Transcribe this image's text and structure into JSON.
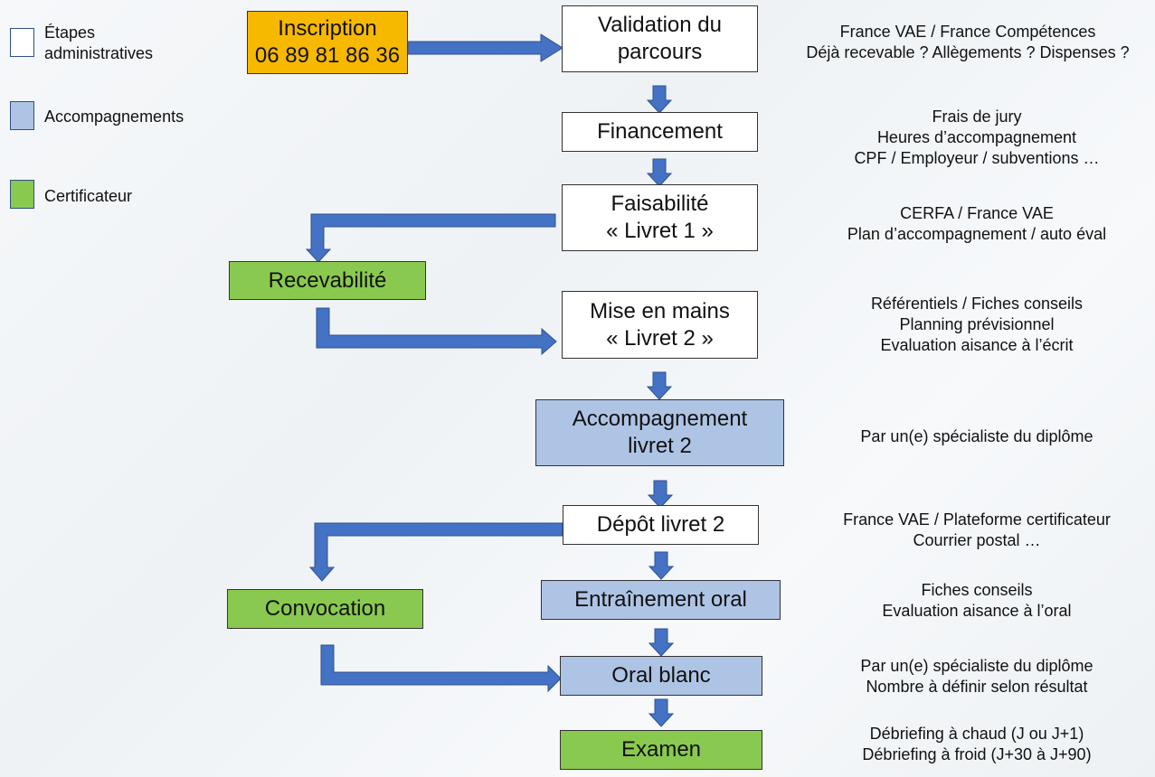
{
  "legend": {
    "admin_line1": "Étapes",
    "admin_line2": "administratives",
    "accompagnements": "Accompagnements",
    "certificateur": "Certificateur"
  },
  "colors": {
    "admin": "#ffffff",
    "accompagnement": "#aec4e5",
    "certificateur": "#8ac94f",
    "inscription": "#f7b800",
    "arrow": "#4472c4"
  },
  "steps": {
    "inscription": {
      "line1": "Inscription",
      "line2": "06 89 81 86 36"
    },
    "validation": {
      "line1": "Validation du",
      "line2": "parcours"
    },
    "financement": {
      "line1": "Financement"
    },
    "faisabilite": {
      "line1": "Faisabilité",
      "line2": "« Livret 1 »"
    },
    "recevabilite": {
      "line1": "Recevabilité"
    },
    "mise_en_mains": {
      "line1": "Mise en mains",
      "line2": "« Livret 2 »"
    },
    "accompagnement_livret2": {
      "line1": "Accompagnement",
      "line2": "livret 2"
    },
    "depot_livret2": {
      "line1": "Dépôt livret 2"
    },
    "convocation": {
      "line1": "Convocation"
    },
    "entrainement_oral": {
      "line1": "Entraînement oral"
    },
    "oral_blanc": {
      "line1": "Oral blanc"
    },
    "examen": {
      "line1": "Examen"
    }
  },
  "notes": {
    "validation": [
      "France VAE / France Compétences",
      "Déjà recevable ? Allègements ? Dispenses ?"
    ],
    "financement": [
      "Frais de jury",
      "Heures d’accompagnement",
      "CPF / Employeur / subventions …"
    ],
    "faisabilite": [
      "CERFA / France VAE",
      "Plan d’accompagnement / auto éval"
    ],
    "mise_en_mains": [
      "Référentiels / Fiches conseils",
      "Planning prévisionnel",
      "Evaluation aisance à l’écrit"
    ],
    "accompagnement": [
      "Par un(e) spécialiste du diplôme"
    ],
    "depot": [
      "France VAE / Plateforme certificateur",
      "Courrier postal …"
    ],
    "entrainement": [
      "Fiches conseils",
      "Evaluation aisance à l’oral"
    ],
    "oral_blanc": [
      "Par un(e) spécialiste du diplôme",
      "Nombre à définir selon résultat"
    ],
    "examen": [
      "Débriefing à chaud (J ou J+1)",
      "Débriefing à froid (J+30 à J+90)"
    ]
  }
}
